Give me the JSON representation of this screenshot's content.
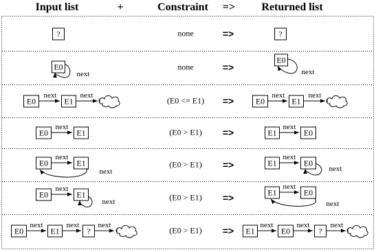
{
  "header": {
    "input_list": "Input list",
    "plus": "+",
    "constraint": "Constraint",
    "implies": "=>",
    "returned_list": "Returned list"
  },
  "rows": [
    {
      "constraint": "none",
      "implies": "=>"
    },
    {
      "constraint": "none",
      "implies": "=>"
    },
    {
      "constraint": "(E0 <= E1)",
      "implies": "=>"
    },
    {
      "constraint": "(E0 > E1)",
      "implies": "=>"
    },
    {
      "constraint": "(E0 > E1)",
      "implies": "=>"
    },
    {
      "constraint": "(E0 > E1)",
      "implies": "=>"
    },
    {
      "constraint": "(E0 > E1)",
      "implies": "=>"
    }
  ],
  "node_labels": {
    "unknown": "?",
    "e0": "E0",
    "e1": "E1"
  },
  "edge_label": "next",
  "colors": {
    "line": "#000000",
    "background": "#ffffff"
  }
}
